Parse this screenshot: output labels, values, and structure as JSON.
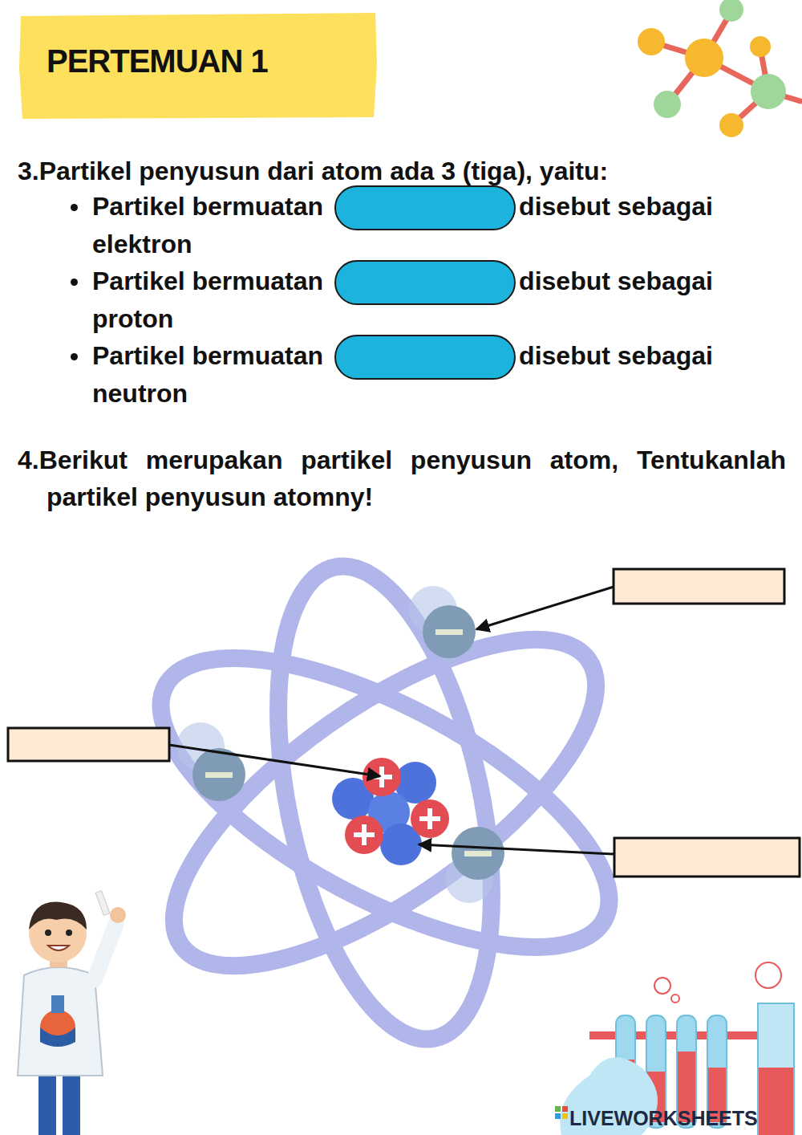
{
  "diagram": {
    "title": "PERTEMUAN 1",
    "labels": [
      "3.Partikel penyusun dari atom ada 3 (tiga), yaitu:",
      "Partikel bermuatan",
      "disebut sebagai elektron",
      "Partikel bermuatan",
      "disebut sebagai proton",
      "Partikel bermuatan",
      "disebut sebagai neutron",
      "4.Berikut merupakan partikel penyusun atom, Tentukanlah partikel penyusun atomny!",
      "LIVEWORKSHEETS"
    ]
  }
}
